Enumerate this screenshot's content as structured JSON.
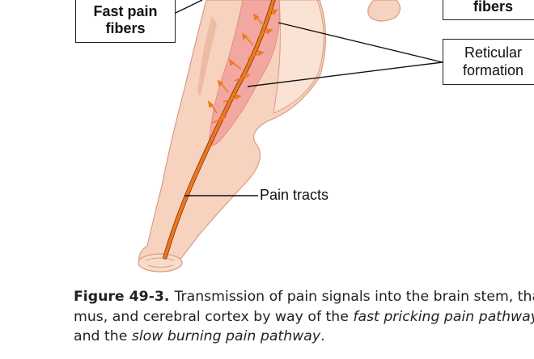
{
  "labels": {
    "fast_line1": "Fast pain",
    "fast_line2": "fibers",
    "slow_partial": "fibers",
    "reticular_line1": "Reticular",
    "reticular_line2": "formation",
    "pain_tracts": "Pain tracts"
  },
  "caption": {
    "figure_number": "Figure 49-3.",
    "line1": "Transmission of pain signals into the brain stem, thala-",
    "line2_a": "mus, and cerebral cortex by way of the ",
    "line2_em": "fast pricking pain pathway",
    "line3_a": "and the ",
    "line3_em": "slow burning pain pathway",
    "line3_b": "."
  },
  "colors": {
    "tissue": "#f7d3bf",
    "tissue_edge": "#d99b82",
    "reticular_fill": "#f2a8a0",
    "pathway": "#ec7a1e",
    "pathway_edge": "#9a3f10",
    "leader": "#111111"
  }
}
